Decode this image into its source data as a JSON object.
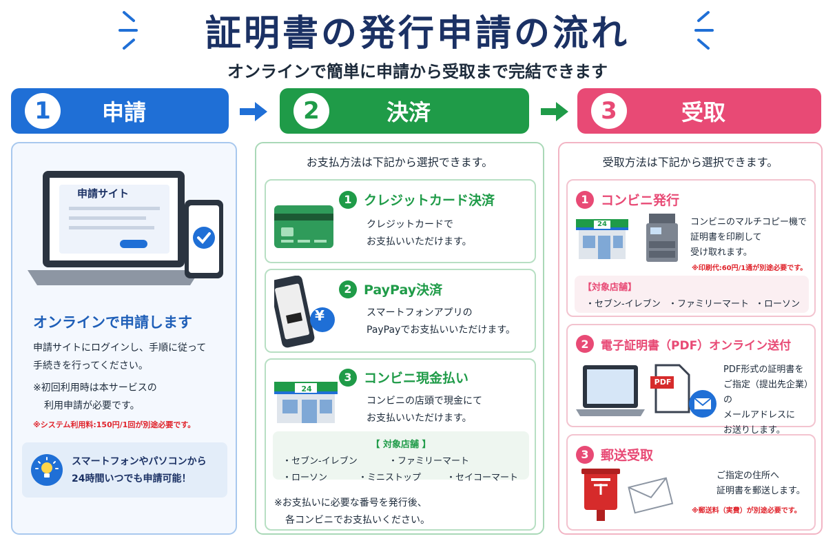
{
  "header": {
    "title": "証明書の発行申請の流れ",
    "subtitle": "オンラインで簡単に申請から受取まで完結できます"
  },
  "steps": [
    {
      "number": "1",
      "label": "申請"
    },
    {
      "number": "2",
      "label": "決済"
    },
    {
      "number": "3",
      "label": "受取"
    }
  ],
  "colors": {
    "blue": "#1f6fd6",
    "green": "#1f9b48",
    "pink": "#e84a75",
    "red_note": "#e0242c"
  },
  "apply": {
    "site_label": "申請サイト",
    "heading": "オンラインで申請します",
    "body": [
      "申請サイトにログインし、手順に従って",
      "手続きを行ってください。"
    ],
    "note": [
      "※初回利用時は本サービスの",
      "利用申請が必要です。"
    ],
    "fee_note": "※システム利用料:150円/1回が別途必要です。",
    "tip": [
      "スマートフォンやパソコンから",
      "24時間いつでも申請可能！"
    ]
  },
  "payment": {
    "intro": "お支払方法は下記から選択できます。",
    "methods": [
      {
        "num": "1",
        "title": "クレジットカード決済",
        "lines": [
          "クレジットカードで",
          "お支払いいただけます。"
        ]
      },
      {
        "num": "2",
        "title": "PayPay決済",
        "lines": [
          "スマートフォンアプリの",
          "PayPayでお支払いいただけます。"
        ]
      },
      {
        "num": "3",
        "title": "コンビニ現金払い",
        "lines": [
          "コンビニの店頭で現金にて",
          "お支払いいただけます。"
        ]
      }
    ],
    "stores_heading": "【 対象店舗 】",
    "stores": [
      "・セブン-イレブン",
      "・ファミリーマート",
      "・ローソン",
      "・ミニストップ",
      "・セイコーマート"
    ],
    "footer_note": [
      "※お支払いに必要な番号を発行後、",
      "各コンビニでお支払いください。"
    ]
  },
  "receive": {
    "intro": "受取方法は下記から選択できます。",
    "methods": [
      {
        "num": "1",
        "title": "コンビニ発行",
        "lines": [
          "コンビニのマルチコピー機で",
          "証明書を印刷して",
          "受け取れます。"
        ],
        "note": "※印刷代:60円/1通が別途必要です。"
      },
      {
        "num": "2",
        "title": "電子証明書（PDF）オンライン送付",
        "lines": [
          "PDF形式の証明書を",
          "ご指定（提出先企業）の",
          "メールアドレスに",
          "お送りします。"
        ]
      },
      {
        "num": "3",
        "title": "郵送受取",
        "lines": [
          "ご指定の住所へ",
          "証明書を郵送します。"
        ],
        "note": "※郵送料（実費）が別途必要です。"
      }
    ],
    "stores_heading": "【対象店舗】",
    "stores": [
      "・セブン-イレブン",
      "・ファミリーマート",
      "・ローソン"
    ]
  },
  "icons": {
    "store_sign": "24",
    "pdf_label": "PDF",
    "yen": "¥"
  }
}
